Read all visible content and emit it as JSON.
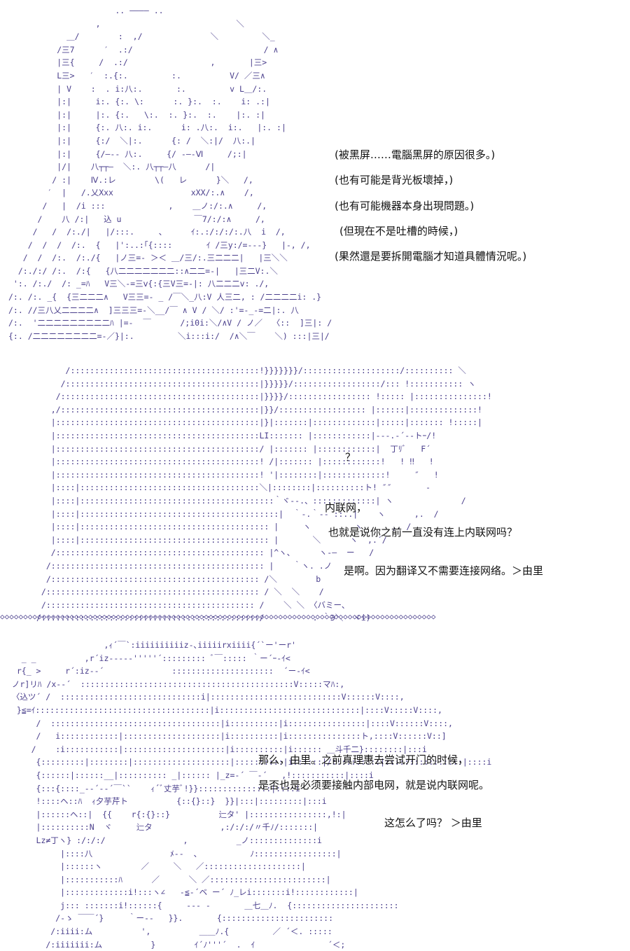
{
  "panel1": {
    "art": "                      .. ―――― ..\n                  ,                            ＼\n            ＿/        :  ,/              ＼         ＼_\n          /三7      ′  .:/                           / ∧\n          |三{     /  .:/                 ,       |三>\n          L三>   ′  :.{:.         :.          V/ ／三∧\n          | V    :  . i:八:.       :.         v L＿/:.\n          |:|     i:. {:. \\:      :. }:.  :.    i: .:|\n          |:|     |:. {:.   \\:.  :. }:.  :.    |:. :|\n          |:|     {:. 八:. i:.      i: .八:.  i:.   |:. :|\n          |:|     {:/  ＼|:.      {: /  ＼:|/  八:.|\n          |:|     {/―‐- 八:.     {/ ‐―-Ⅵ     /;:|\n          |/|    八┬┬―  ＼:. 八┬┬―八      /|\n         / :|    Ⅳ.:レ        \\(   レ      }＼   /,\n        ′  |   /.乂Xxx                xXX/:.∧    /,\n       /   |  /i :::             ,    ＿ノ:/:.∧     /,\n      /    八 /:|   込 u               ￣7/:/:∧     /,\n     /   /  /:./|   |/:::.     、     ｲ:.:/:/:/:.八  i  /,\n    /  /  /  /:.  {   |':..:｢{::::       ｲ /三y:/=---}   |-, /,\n   /  /  /:.  /:./{   |ノ三=- ＞＜ ＿/三/:.三二二二|   |三＼＼\n  /:./:/ /:.  /:{   {八二二二二二二二::∧二二=-|   |三二V:.＼\n ':. /:./  /: _=ﾊ   V三＼-=三ⅴ{:{三V三=-|: 八二二二v: ./,\n/:. /:. _{  {三二二二∧   V三三=- _ /￣＼_八:V 人三二, : /二二二二i: .}\n/:. //三八乂二二二二∧  ]三三三=-＼__/￣ ∧ V / ＼/ :'=-_-=二|:. 八\n/:.  '二二二二二二二二二ﾊ |=-  ￣      /;i0i:＼/∧V / ノ／  〈::  ]三|: /\n{:. /二二二二二二二二=-／}|:.         ＼i:::i:/  /∧＼￣    ＼) :::|三|/",
    "lines": [
      "(被黑屏……電腦黑屏的原因很多。)",
      "(也有可能是背光板壞掉，)",
      "(也有可能機器本身出現問題。)",
      "(但現在不是吐槽的時候，)",
      "(果然還是要拆開電腦才知道具體情況呢。)"
    ]
  },
  "panel2": {
    "art": "      /:::::::::::::::::::::::::::::::::::::::!}}}}}}}/::::::::::::::::::::/:::::::::: ＼\n     /::::::::::::::::::::::::::::::::::::::::|}}}}}/::::::::::::::::::/::: !::::::::::: ヽ\n    /:::::::::::::::::::::::::::::::::::::::::|}}}}/::::::::::::::::: !::::: |:::::::::::::::!\n   ,/:::::::::::::::::::::::::::::::::::::::::|}}/:::::::::::::::::: |::::::|::::::::::::::!\n   |::::::::::::::::::::::::::::::::::::::::::|}|:::::::|:::::::::::::|:::::|::::::: !:::::|\n   |::::::::::::::::::::::::::::::::::::::::::LI::::::: |::::::::::::|---.-´‐-トｰ/!\n   |::::::::::::::::::::::::::::::::::::::::::/ |::::::: |::::::::::::|  丁ﾘﾞ   F´\n   |::::::::::::::::::::::::::::::::::::::::::! /|::::::: |::::::::::::!   ! ‼   !\n   |::::::::::::::::::::::::::::::::::::::::::! '|::::::::|:::::::::::::!     ″   !\n   |::::|:::::::::::::::::::::::::::::::::::::＼|::::::::|::::::::::ト! ″″       ‐\n   |::::|::::::::::::::::::::::::::::::::::::::::｀ヾ‐-.、:::::::::::::| ヽ              /\n   |::::|:::::::::::::::::::::::::::::::::::::::::|  ｀-.｀‐- ::..|    ヽ      ,.  /\n   |::::|::::::::::::::::::::::::::::::::::::::: |     ヽ         ヽ      ,. /\n   |::::|::::::::::::::::::::::::::::::::::::::: |       ＼      ヽ  ,.´/\n   /::::::::::::::::::::::::::::::::::::::::::: |^ヽ、     ヽ-―  ー   /\n  /:::::::::::::::::::::::::::::::::::::::::::: |    ｀ヽ. .ノ\n  /::::::::::::::::::::::::::::::::::::::::::: /＼        b\n /:::::::::::::::::::::::::::::::::::::::::::: / ＼  ＼    /\n /::::::::::::::::::::::::::::::::::::::::::: /    ＼ ＼ 〈バミー、\n/:::::::::::::::::::::::::::::::::::::::::::::/          . ｀∋＼  ヾi)",
    "lines": [
      "？",
      "内联网，",
      "也就是说你之前一直没有连上内联网吗？",
      "是啊。因为翻译又不需要连接网络。＞由里"
    ]
  },
  "divider": "◇◇◇◇◇◇◇◇◇◇◇◇◇◇◇◇◇◇◇◇◇◇◇◇◇◇◇◇◇◇◇◇◇◇◇◇◇◇◇◇◇◇◇◇◇◇◇◇◇◇◇◇◇◇◇◇◇◇◇◇◇◇◇◇◇◇◇◇◇◇◇◇◇◇◇◇◇◇◇◇◇◇◇◇◇◇◇◇◇◇◇◇◇◇",
  "panel3": {
    "art": "                    ,ｨ´￣`:iiiiiiiiiiz-､iiiiirxiiii{´`ー'ーr'\n   _ _          ,r´iz--‐‐‐'''''´::::::::: ﾞ￣::::: ｀ー´ｰ-ｲ<\n  r{_ >     r´:iz-‐´              :::::::::::::::::::::  ´ー-ｲ<\n ノr]リﾊ /x--´  ::::::::::::::::::::::::::::::::::::::::::::V:::::マﾊ:,\n 〈込ツ´ /  :::::::::::::::::::::::::::::i|:::::::::::::::::::::::::::V::::::V::::,\n  }≦=ｲ::::::::::::::::::::::::::::::::::::|i:::::::::::::::::::::::::::::|::::V:::::V::::,\n      /  :::::::::::::::::::::::::::::::::::|i::::::::::|i::::::::::::::::|::::V::::::V::::,\n      /   i::::::::::::|::::::::::::::::::::|i::::::::::|i:::::::::::::::ト,::::V::::::V::]\n     /    :i:::::::::::|:::::::::::::::::::::|i::::::::::|i:::::: ＿斗千二}::::::::|:::i\n      {:::::::::|::::::::|::::::::::::::::::::|::::::::::|i::::::|/::::::::::|::::::::::::::::|::::i\n      {::::::|::::::__|:::::::::: _|:::::: |_z=‐´ ￣‐´   ,!:::::::::::|::::i\n      {:::{::::_-‐´‐‐´￣``    ｨ´ﾞ丈芋ﾞ!}}:::::::::::::::|::::i\n      !::::ヘ::ﾊ  ｨ夕芋芹ト          {::{}::}  }}|:::|:::::::::|:::i\n      |::::::ヘ::|  {{    r{:{}::}          辷タ' |::::::::::::::::,!:|\n      |::::::::::N  ヾ     辷タ              ,:/:/:/〃千ﾉ/:::::::|\n      Lz≠丁ヽ} :/:/:/                ,          _ノ::::::::::::::i\n           |::::八                ﾒ‐-  、          ﾉ:::::::::::::::::|\n           |::::::ヽ        ／     ＼   ／::::::::::::::::::::|\n           |:::::::::::ﾊ      ／      ＼ ／::::::::::::::::::::::::|\n           |:::::::::::::i!:::ヽ∠   -≦-´ベ ー´ ﾉ_レi:::::::i!::::::::::::|\n           j::: :::::::i!::::::{     ‐-- -       ＿七＿ﾉ.  {::::::::::::::::::::::\n          /‐ゝ ￣￣´}     ｀ー‐-   }}.       {:::::::::::::::::::::::\n         /:iiii:ム          ',          ＿＿ﾉ.{         ／ ´＜. :::::\n        /:iiiiiii:ム          }        ｲ´ﾉ'''´  .  ｲ               ´＜;",
    "lines": [
      "那么，由里。之前真理惠去尝试开门的时候，",
      "是否也是必须要接触内部电网，就是说内联网呢。",
      "这怎么了吗？ ＞由里"
    ]
  }
}
